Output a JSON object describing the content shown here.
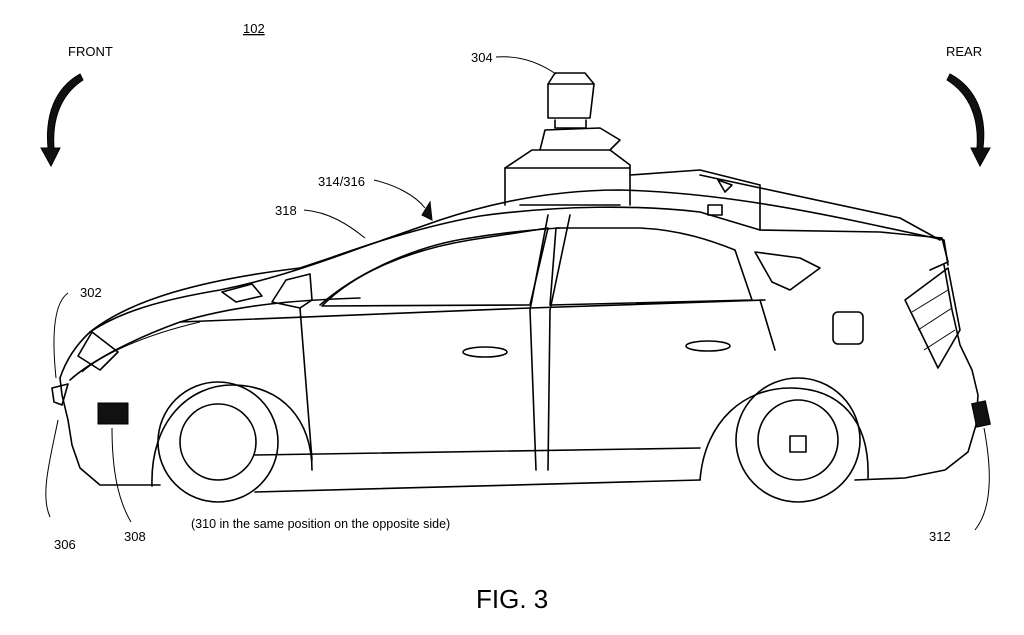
{
  "figure": {
    "ref_number": "102",
    "caption": "FIG. 3",
    "note": "(310 in the same position on the opposite side)"
  },
  "labels": {
    "front": "FRONT",
    "rear": "REAR",
    "r304": "304",
    "r314_316": "314/316",
    "r318": "318",
    "r302": "302",
    "r306": "306",
    "r308": "308",
    "r312": "312"
  }
}
